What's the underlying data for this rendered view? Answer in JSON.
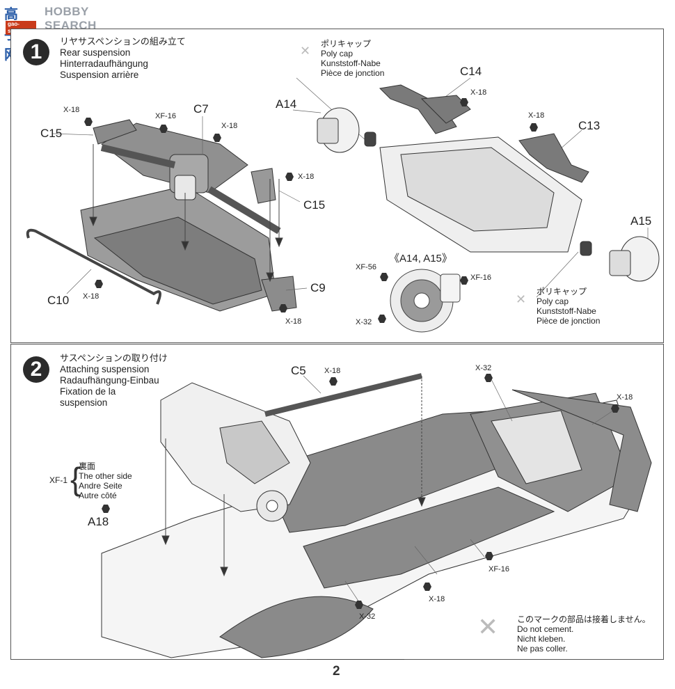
{
  "watermark": {
    "chinese": "高手网",
    "english": "HOBBY SEARCH",
    "url": "gao-shou.com"
  },
  "page_number": "2",
  "steps": [
    {
      "number": "1",
      "title_jp": "リヤサスペンションの組み立て",
      "title_en": "Rear suspension",
      "title_de": "Hinterradaufhängung",
      "title_fr": "Suspension arrière",
      "part_labels": [
        "C15",
        "C7",
        "C10",
        "C15",
        "C9",
        "A14",
        "C14",
        "C13",
        "A15"
      ],
      "screw_labels": [
        "X-18",
        "XF-16",
        "X-18",
        "X-18",
        "X-18",
        "X-18",
        "X-18",
        "X-18"
      ],
      "poly_cap_note": {
        "jp": "ポリキャップ",
        "en": "Poly cap",
        "de": "Kunststoff-Nabe",
        "fr": "Pièce de jonction"
      },
      "detail_inset": {
        "title": "《A14, A15》",
        "screws": [
          "XF-56",
          "XF-16",
          "X-32"
        ]
      }
    },
    {
      "number": "2",
      "title_jp": "サスペンションの取り付け",
      "title_en": "Attaching suspension",
      "title_de": "Radaufhängung-Einbau",
      "title_fr_1": "Fixation de la",
      "title_fr_2": "suspension",
      "part_labels": [
        "C5",
        "A18"
      ],
      "screw_labels": [
        "X-18",
        "X-32",
        "X-18",
        "XF-16",
        "X-18",
        "X-32"
      ],
      "other_side_note": {
        "screw": "XF-1",
        "jp": "裏面",
        "en": "The other side",
        "de": "Andre Seite",
        "fr": "Autre côté"
      },
      "cement_note": {
        "jp": "このマークの部品は接着しません。",
        "en": "Do not cement.",
        "de": "Nicht kleben.",
        "fr": "Ne pas coller."
      }
    }
  ]
}
